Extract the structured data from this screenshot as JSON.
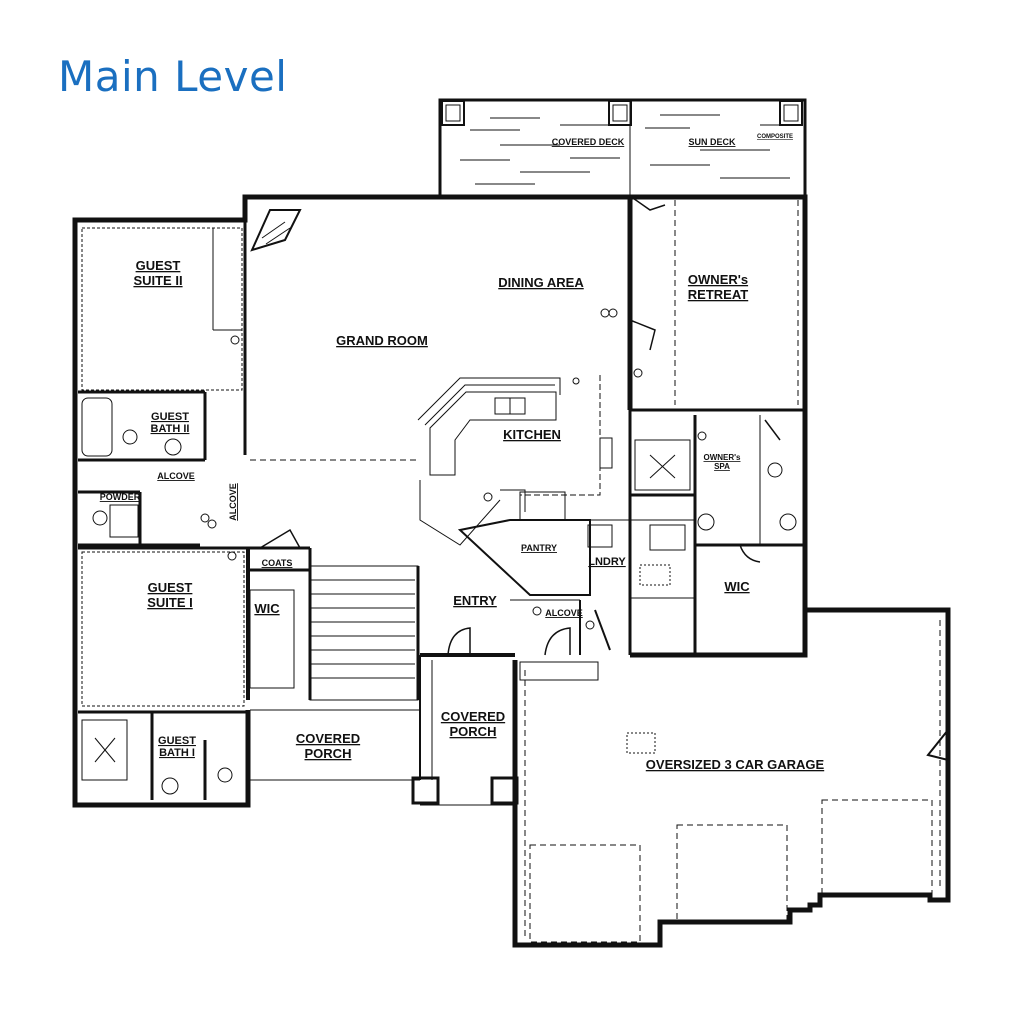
{
  "page": {
    "title": "Main Level",
    "title_color": "#1a6fc0",
    "line_color": "#111111"
  },
  "rooms": {
    "covered_deck": "COVERED DECK",
    "sun_deck": "SUN DECK",
    "composite": "COMPOSITE",
    "guest_suite_ii_line1": "GUEST",
    "guest_suite_ii_line2": "SUITE II",
    "dining_area": "DINING AREA",
    "owners_retreat_line1": "OWNER's",
    "owners_retreat_line2": "RETREAT",
    "grand_room": "GRAND ROOM",
    "guest_bath_ii_line1": "GUEST",
    "guest_bath_ii_line2": "BATH II",
    "kitchen": "KITCHEN",
    "owners_spa_line1": "OWNER's",
    "owners_spa_line2": "SPA",
    "alcove_upper": "ALCOVE",
    "powder": "POWDER",
    "alcove_vertical": "ALCOVE",
    "pantry": "PANTRY",
    "coats": "COATS",
    "lndry": "LNDRY",
    "guest_suite_i_line1": "GUEST",
    "guest_suite_i_line2": "SUITE I",
    "wic_left": "WIC",
    "entry": "ENTRY",
    "wic_right": "WIC",
    "alcove_entry": "ALCOVE",
    "covered_porch_left_line1": "COVERED",
    "covered_porch_left_line2": "PORCH",
    "covered_porch_right_line1": "COVERED",
    "covered_porch_right_line2": "PORCH",
    "guest_bath_i_line1": "GUEST",
    "guest_bath_i_line2": "BATH I",
    "garage": "OVERSIZED 3 CAR GARAGE"
  }
}
